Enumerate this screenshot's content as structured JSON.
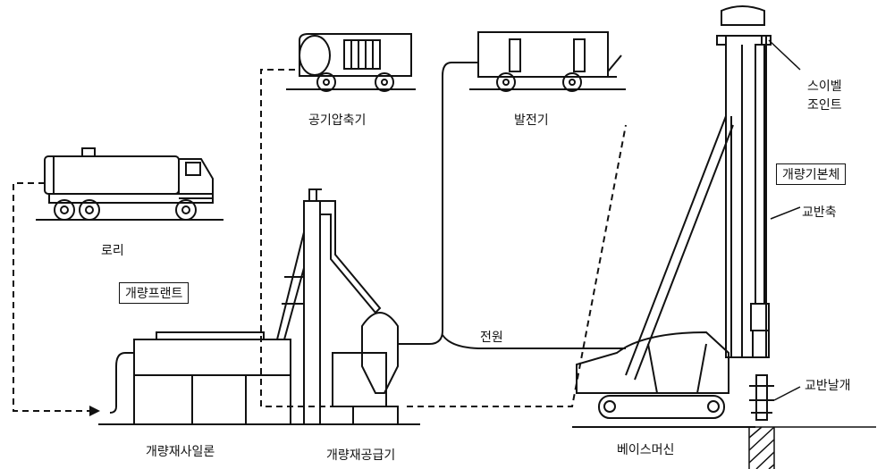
{
  "labels": {
    "lorry": "로리",
    "air_compressor": "공기압축기",
    "generator": "발전기",
    "swivel_joint_line1": "스이벨",
    "swivel_joint_line2": "조인트",
    "machine_body": "개량기본체",
    "mixing_shaft": "교반축",
    "plant": "개량프랜트",
    "power_line": "전원",
    "mixing_blade": "교반날개",
    "material_silo": "개량재사일론",
    "material_feeder": "개량재공급기",
    "base_machine": "베이스머신"
  },
  "colors": {
    "line": "#111111",
    "background": "#ffffff"
  }
}
